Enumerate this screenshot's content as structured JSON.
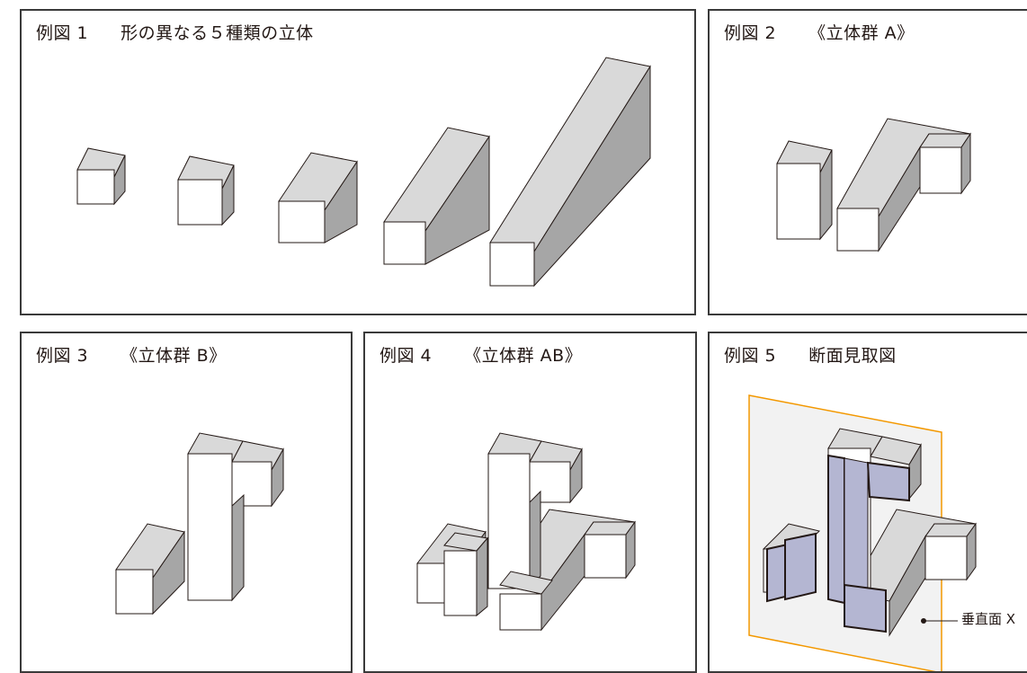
{
  "panels": [
    {
      "label": "例図 1",
      "title": "形の異なる５種類の立体"
    },
    {
      "label": "例図 2",
      "title": "《立体群 A》"
    },
    {
      "label": "例図 3",
      "title": "《立体群 B》"
    },
    {
      "label": "例図 4",
      "title": "《立体群 AB》"
    },
    {
      "label": "例図 5",
      "title": "断面見取図"
    }
  ],
  "callout": {
    "label": "垂直面 X"
  },
  "colors": {
    "border": "#3a3a3a",
    "face_front": "#ffffff",
    "face_top": "#d9d9d9",
    "face_side": "#a6a6a6",
    "edge": "#231815",
    "plane_fill": "#f2f2f2",
    "plane_stroke": "#f39800",
    "section_fill": "#b4b6d2"
  }
}
